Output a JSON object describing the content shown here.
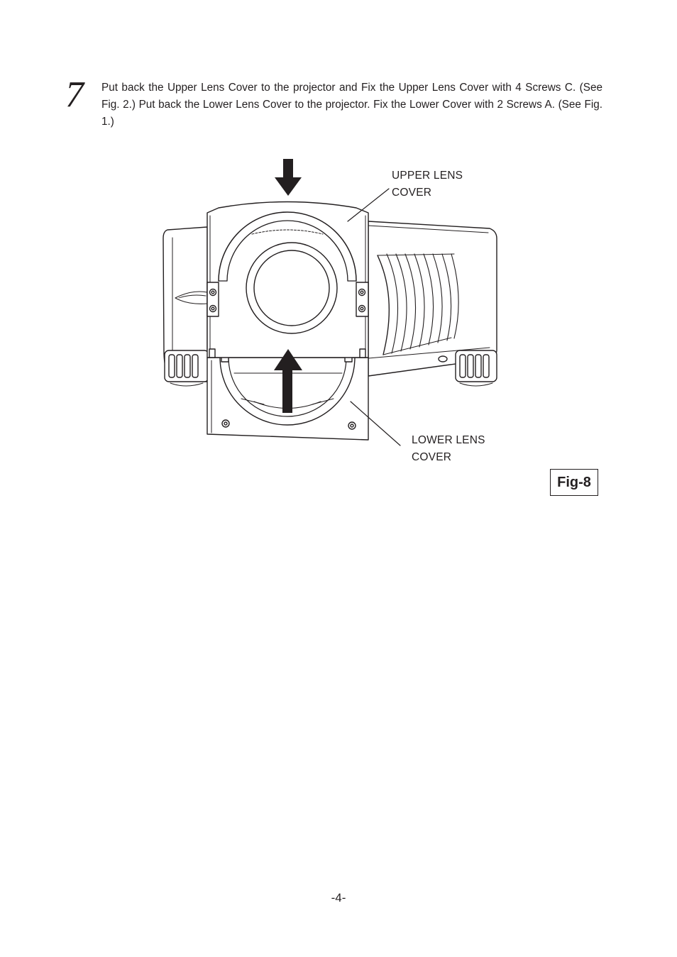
{
  "step": {
    "number": "7",
    "text": "Put back the Upper Lens Cover to the projector and Fix the Upper Lens Cover with 4 Screws C. (See Fig. 2.) Put back the Lower Lens Cover to the projector. Fix the Lower Cover with 2 Screws A. (See Fig. 1.)"
  },
  "figure": {
    "upper_label_line1": "UPPER LENS",
    "upper_label_line2": "COVER",
    "lower_label_line1": "LOWER LENS",
    "lower_label_line2": "COVER",
    "tag": "Fig-8"
  },
  "footer": {
    "page_number": "-4-"
  }
}
